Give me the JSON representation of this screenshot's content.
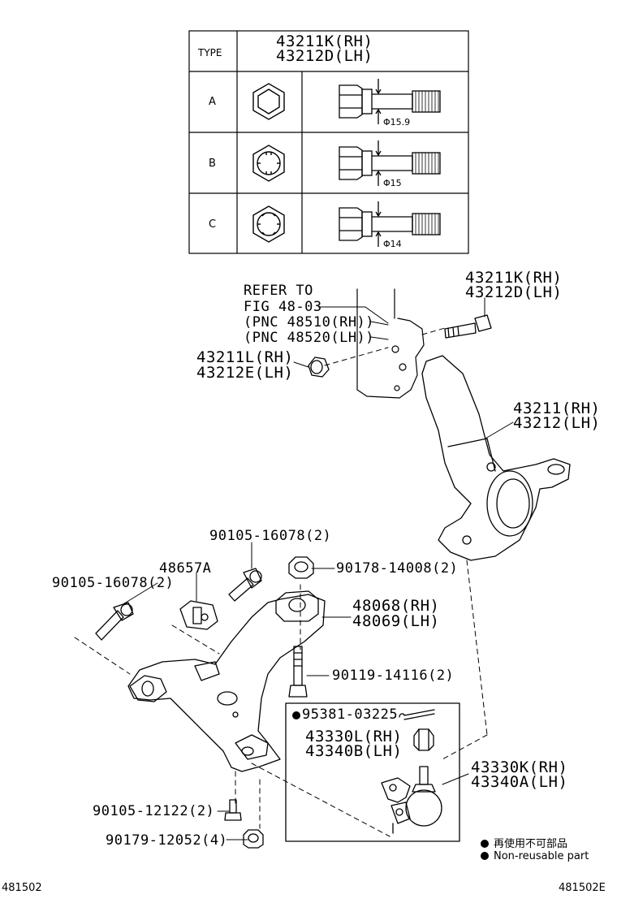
{
  "table": {
    "type_header": "TYPE",
    "part_rh": "43211K(RH)",
    "part_lh": "43212D(LH)",
    "rows": [
      {
        "type": "A",
        "dia": "Φ15.9"
      },
      {
        "type": "B",
        "dia": "Φ15"
      },
      {
        "type": "C",
        "dia": "Φ14"
      }
    ]
  },
  "labels": {
    "refer": [
      "REFER TO",
      "FIG 48-03",
      "(PNC 48510(RH))",
      "(PNC 48520(LH))"
    ],
    "bolt_rh": "43211K(RH)",
    "bolt_lh": "43212D(LH)",
    "nut_rh": "43211L(RH)",
    "nut_lh": "43212E(LH)",
    "knuckle_rh": "43211(RH)",
    "knuckle_lh": "43212(LH)",
    "bolt_16078_a": "90105-16078(2)",
    "bolt_16078_b": "90105-16078(2)",
    "bracket": "48657A",
    "nut_14008": "90178-14008(2)",
    "arm_rh": "48068(RH)",
    "arm_lh": "48069(LH)",
    "bolt_14116": "90119-14116(2)",
    "pin_03225": "95381-03225",
    "balljoint_nut_rh": "43330L(RH)",
    "balljoint_nut_lh": "43340B(LH)",
    "balljoint_rh": "43330K(RH)",
    "balljoint_lh": "43340A(LH)",
    "bolt_12122": "90105-12122(2)",
    "nut_12052": "90179-12052(4)"
  },
  "legend": {
    "jp": "再使用不可部品",
    "en": "Non-reusable part"
  },
  "footer": {
    "left": "481502",
    "right": "481502E"
  }
}
